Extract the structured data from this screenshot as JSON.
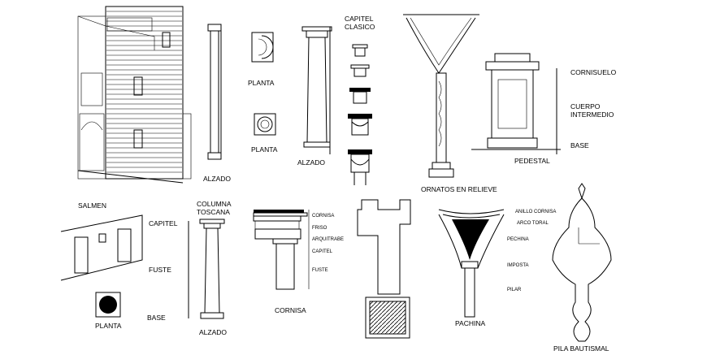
{
  "labels": {
    "salmen": "SALMEN",
    "planta_1": "PLANTA",
    "planta_2": "PLANTA",
    "planta_3": "PLANTA",
    "alzado_1": "ALZADO",
    "alzado_2": "ALZADO",
    "alzado_3": "ALZADO",
    "capitel_clasico_1": "CAPITEL",
    "capitel_clasico_2": "CLASICO",
    "ornatos": "ORNATOS EN RELIEVE",
    "pedestal": "PEDESTAL",
    "cornisuelo": "CORNISUELO",
    "cuerpo_1": "CUERPO",
    "cuerpo_2": "INTERMEDIO",
    "base_ped": "BASE",
    "columna_1": "COLUMNA",
    "columna_2": "TOSCANA",
    "capitel": "CAPITEL",
    "fuste": "FUSTE",
    "base_col": "BASE",
    "cornisa_title": "CORNISA",
    "c_cornisa": "CORNISA",
    "c_friso": "FRISO",
    "c_arquitrabe": "ARQUITRABE",
    "c_capitel": "CAPITEL",
    "c_fuste": "FUSTE",
    "anillo": "ANILLO CORNISA",
    "arco": "ARCO TORAL",
    "pechina_lbl": "PECHINA",
    "imposta": "IMPOSTA",
    "pilar": "PILAR",
    "pachina": "PACHINA",
    "pila": "PILA BAUTISMAL"
  }
}
